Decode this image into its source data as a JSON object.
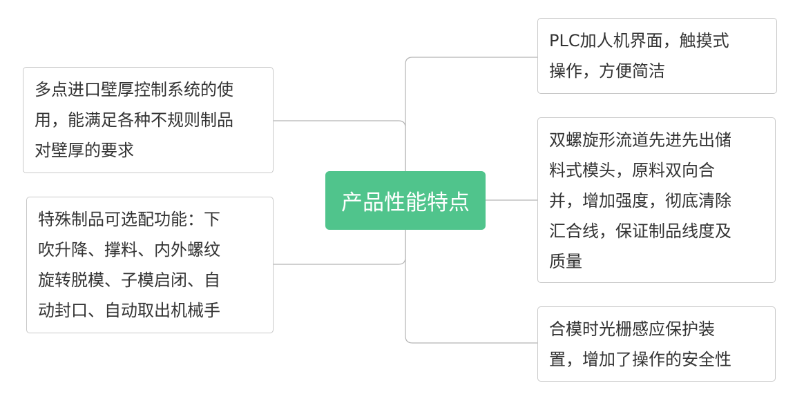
{
  "central_topic": "产品性能特点",
  "colors": {
    "central_fill": "#50c48c",
    "line": "#b4b4b4",
    "text": "#333333"
  },
  "left_topics": [
    {
      "lines": [
        "多点进口壁厚控制系统的使",
        "用，能满足各种不规则制品",
        "对壁厚的要求"
      ]
    },
    {
      "lines": [
        "特殊制品可选配功能：下",
        "吹升降、撑料、内外螺纹",
        "旋转脱模、子模启闭、自",
        "动封口、自动取出机械手"
      ]
    }
  ],
  "right_topics": [
    {
      "lines": [
        "PLC加人机界面，触摸式",
        "操作，方便简洁"
      ]
    },
    {
      "lines": [
        "双螺旋形流道先进先出储",
        "料式模头，原料双向合",
        "并，增加强度，彻底清除",
        "汇合线，保证制品线度及",
        "质量"
      ]
    },
    {
      "lines": [
        "合模时光栅感应保护装",
        "置，增加了操作的安全性"
      ]
    }
  ]
}
